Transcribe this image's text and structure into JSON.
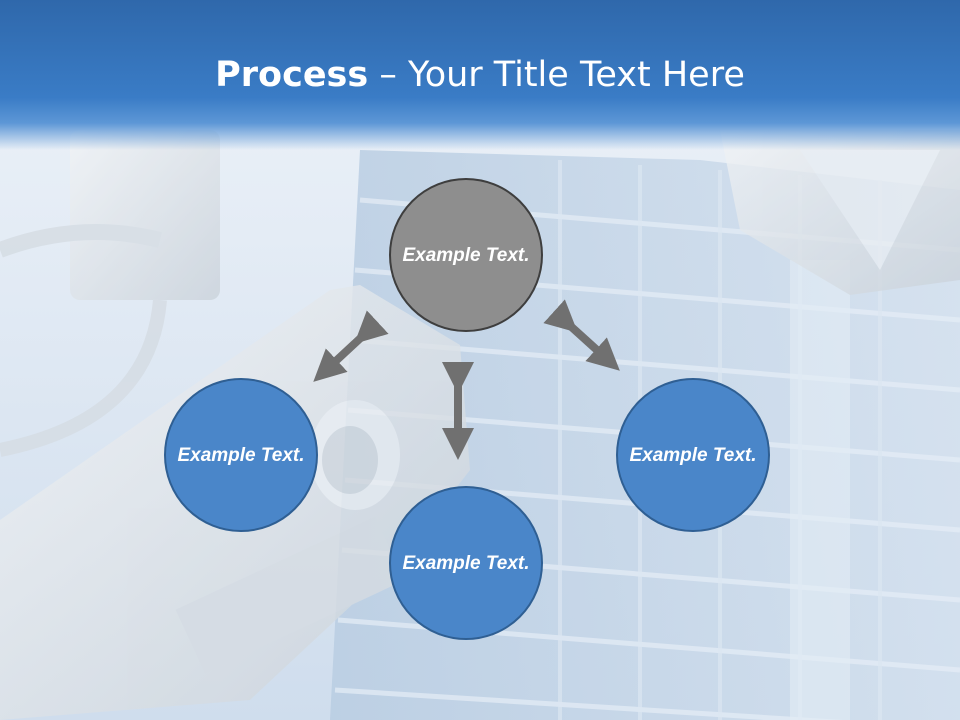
{
  "slide": {
    "title_bold": "Process",
    "title_rest": " – Your Title Text Here"
  },
  "nodes": {
    "top": "Example Text.",
    "left": "Example Text.",
    "right": "Example Text.",
    "bottom": "Example Text."
  },
  "colors": {
    "header": "#3a7cc6",
    "node_blue": "#4a86c9",
    "node_gray": "#8e8e8e",
    "arrow": "#707070"
  },
  "icons": {
    "arrows": [
      "double-headed-arrow",
      "double-headed-arrow",
      "double-headed-arrow"
    ],
    "background": "security-camera-and-building-photo"
  }
}
